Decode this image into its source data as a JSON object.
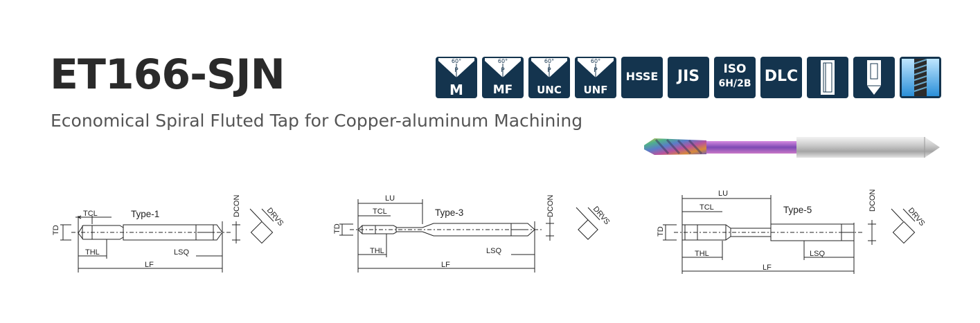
{
  "header": {
    "title": "ET166-SJN",
    "subtitle": "Economical Spiral Fluted Tap for Copper-aluminum Machining"
  },
  "badges": {
    "thread_angle": "60°",
    "pitch": "P",
    "m": "M",
    "mf": "MF",
    "unc": "UNC",
    "unf": "UNF",
    "hsse": "HSSE",
    "jis": "JIS",
    "iso_line1": "ISO",
    "iso_line2": "6H/2B",
    "dlc": "DLC"
  },
  "drawings": {
    "type1": {
      "type": "Type-1",
      "tcl": "TCL",
      "td": "TD",
      "thl": "THL",
      "lsq": "LSQ",
      "lf": "LF",
      "dcon": "DCON",
      "drvs": "DRVS"
    },
    "type3": {
      "type": "Type-3",
      "lu": "LU",
      "tcl": "TCL",
      "td": "TD",
      "thl": "THL",
      "lsq": "LSQ",
      "lf": "LF",
      "dcon": "DCON",
      "drvs": "DRVS"
    },
    "type5": {
      "type": "Type-5",
      "lu": "LU",
      "tcl": "TCL",
      "td": "TD",
      "thl": "THL",
      "lsq": "LSQ",
      "lf": "LF",
      "dcon": "DCON",
      "drvs": "DRVS"
    }
  },
  "colors": {
    "badge_bg": "#14344e",
    "title": "#2a2a2a",
    "subtitle": "#555555"
  }
}
